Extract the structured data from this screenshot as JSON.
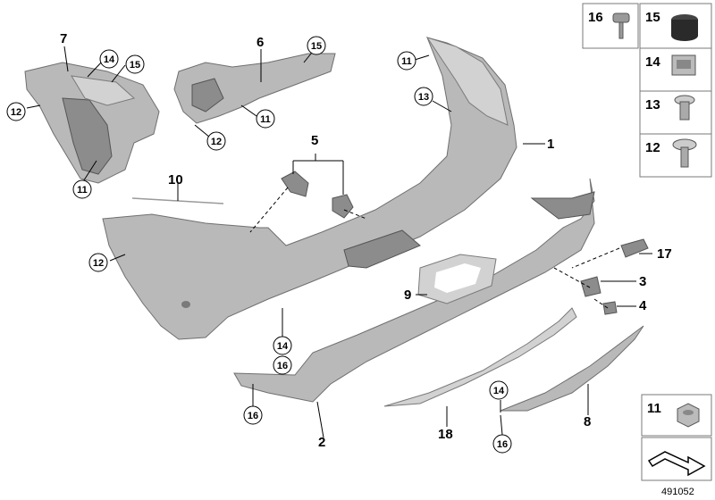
{
  "diagram": {
    "reference_number": "491052",
    "callouts": {
      "c1": "1",
      "c2": "2",
      "c3": "3",
      "c4": "4",
      "c5": "5",
      "c6": "6",
      "c7": "7",
      "c8": "8",
      "c9": "9",
      "c10": "10",
      "c17": "17",
      "c18": "18"
    },
    "circled": {
      "o11a": "11",
      "o11b": "11",
      "o11c": "11",
      "o13": "13",
      "o12a": "12",
      "o12b": "12",
      "o12c": "12",
      "o14a": "14",
      "o15a": "15",
      "o15b": "15",
      "o14b": "14",
      "o16b": "16",
      "o16a": "16",
      "o14c": "14",
      "o16c": "16"
    },
    "legend": {
      "l16": "16",
      "l15": "15",
      "l14": "14",
      "l13": "13",
      "l12": "12",
      "l11": "11"
    }
  }
}
